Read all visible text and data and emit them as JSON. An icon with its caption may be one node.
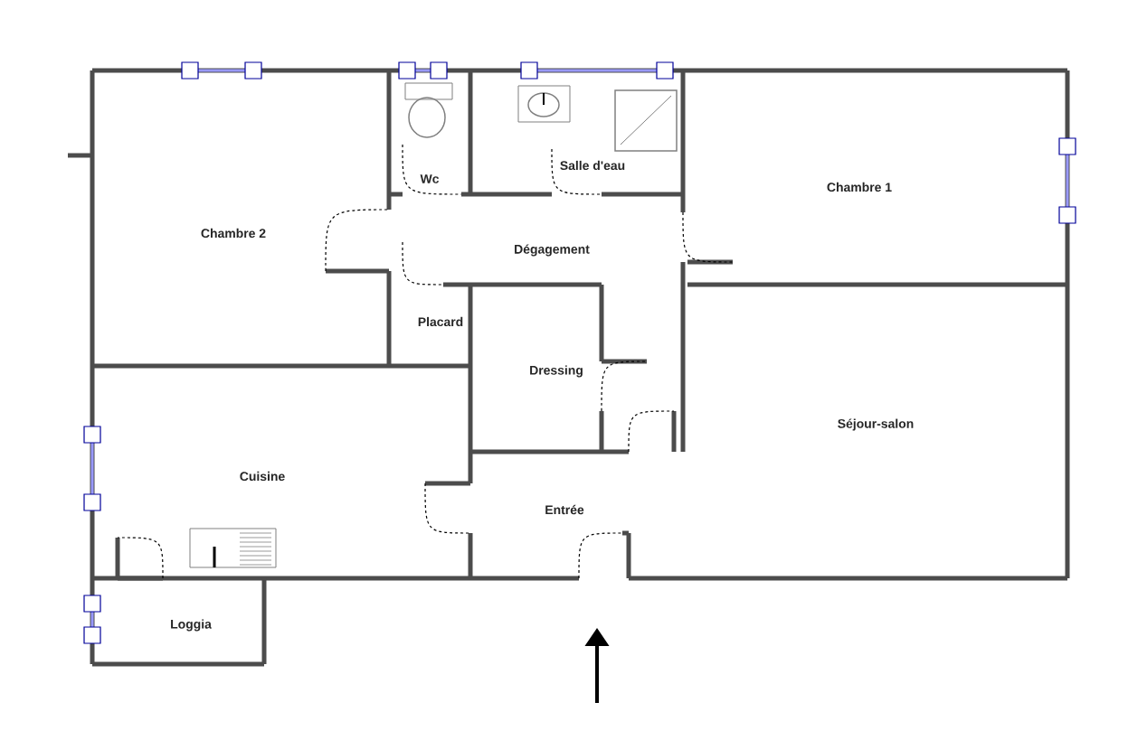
{
  "diagram": {
    "labels": [
      "Salle d'eau",
      "Wc",
      "Chambre 1",
      "Chambre 2",
      "Dégagement",
      "Placard",
      "Dressing",
      "Séjour-salon",
      "Cuisine",
      "Entrée",
      "Loggia"
    ]
  }
}
